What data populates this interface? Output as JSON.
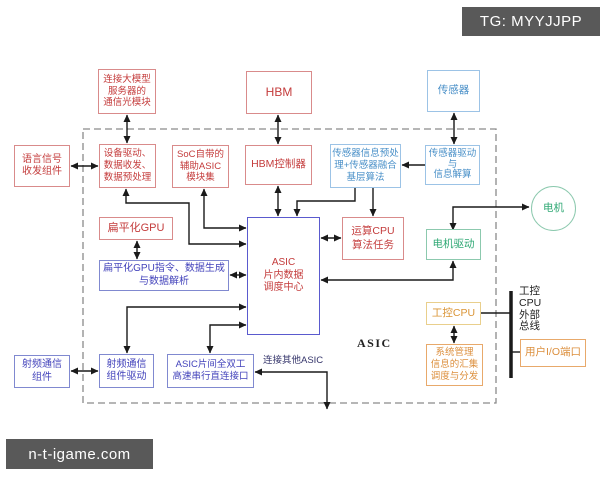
{
  "watermarks": {
    "top_right": "TG: MYYJJPP",
    "bottom_left": "n-t-igame.com"
  },
  "diagram": {
    "region_label": "ASIC",
    "external_link_label": "连接其他ASIC",
    "bus_label": "工控\nCPU\n外部\n总线",
    "nodes": {
      "comm_optical": "连接大模型\n服务器的\n通信光模块",
      "hbm": "HBM",
      "sensor": "传感器",
      "speech_io": "语言信号\n收发组件",
      "device_drive": "设备驱动、\n数据收发、\n数据预处理",
      "soc_aux_asic": "SoC自带的\n辅助ASIC\n模块集",
      "hbm_controller": "HBM控制器",
      "sensor_preprocess": "传感器信息预处\n理+传感器融合\n基层算法",
      "sensor_drive": "传感器驱动\n与\n信息解算",
      "motor": "电机",
      "flat_gpu": "扁平化GPU",
      "asic_dispatch": "ASIC\n片内数据\n调度中心",
      "compute_cpu": "运算CPU\n算法任务",
      "motor_drive": "电机驱动",
      "gpu_instruction": "扁平化GPU指令、数据生成\n与数据解析",
      "industrial_cpu": "工控CPU",
      "sys_mgmt": "系统管理\n信息的汇集\n调度与分发",
      "user_io": "用户I/O端口",
      "rf_component": "射频通信\n组件",
      "rf_drive": "射频通信\n组件驱动",
      "asic_interlink": "ASIC片间全双工\n高速串行直连接口"
    },
    "colors": {
      "red_border": "#d98b8b",
      "red_text": "#c43c3c",
      "blue_border": "#8089d0",
      "blue_text": "#4343bb",
      "lightblue_border": "#9cc3e6",
      "lightblue_text": "#4a90c8",
      "green_border": "#8cc9ae",
      "green_text": "#2fa874",
      "yellow_border": "#e9cf8c",
      "yellow_text": "#da9435",
      "orange_border": "#e8a96b",
      "orange_text": "#dc8f3d",
      "center_border": "#5a5ace",
      "line": "#1a1a1a",
      "watermark_bg": "#595959"
    }
  }
}
